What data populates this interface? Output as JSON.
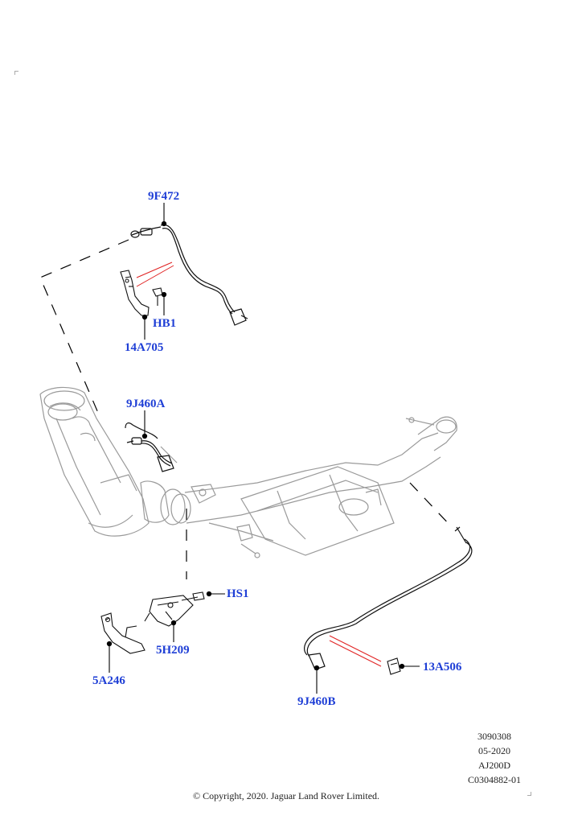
{
  "callouts": {
    "9F472": "9F472",
    "HB1": "HB1",
    "14A705": "14A705",
    "9J460A": "9J460A",
    "HS1": "HS1",
    "5H209": "5H209",
    "5A246": "5A246",
    "13A506": "13A506",
    "9J460B": "9J460B"
  },
  "reference": {
    "illustration_number": "3090308",
    "date": "05-2020",
    "engine_code": "AJ200D",
    "catalog_code": "C0304882-01"
  },
  "copyright": "© Copyright, 2020. Jaguar Land Rover Limited.",
  "colors": {
    "callout_text": "#1f3fd6",
    "leader_line": "#000000",
    "highlight_line": "#e02020",
    "ghost_parts": "#9a9a9a"
  }
}
